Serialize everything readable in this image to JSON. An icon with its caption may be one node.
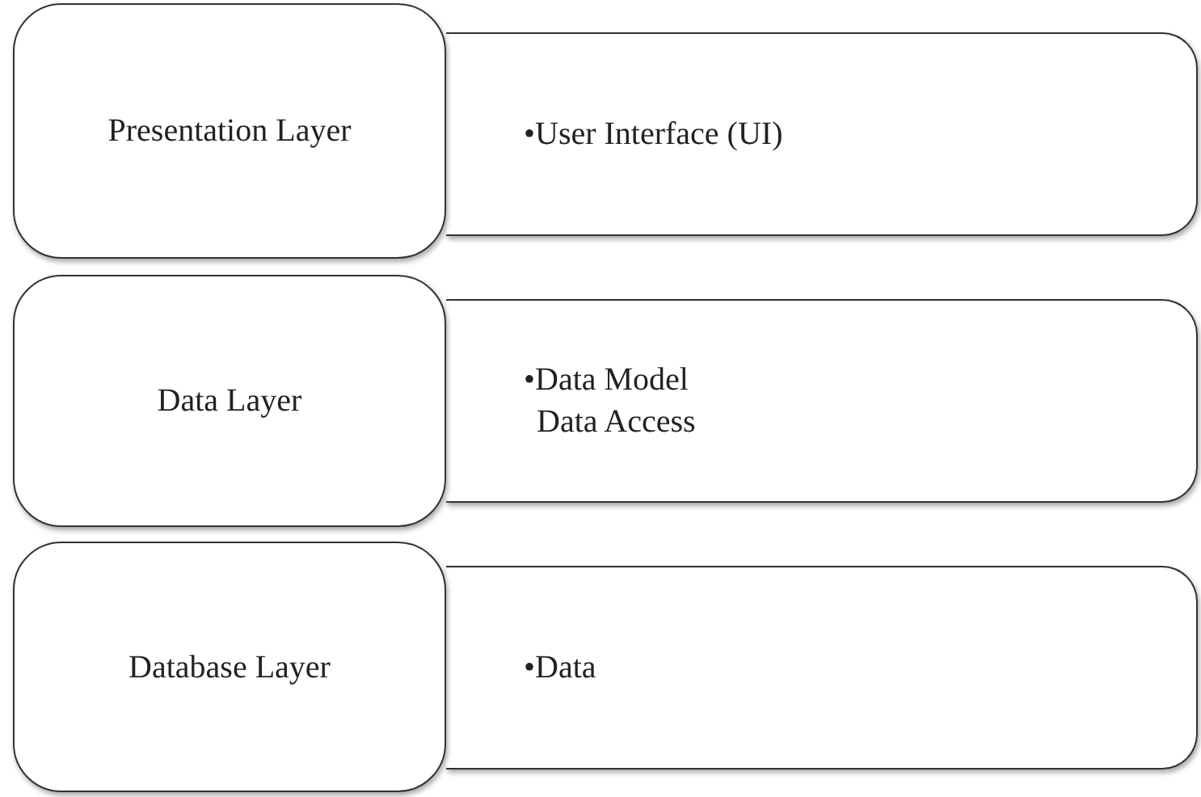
{
  "diagram": {
    "nodes": [
      {
        "text": [
          "Presentation Layer"
        ]
      },
      {
        "text": [
          "•User Interface (UI)"
        ]
      },
      {
        "text": [
          "Data Layer"
        ]
      },
      {
        "text": [
          "•Data Model",
          "Data Access"
        ]
      },
      {
        "text": [
          "Database Layer"
        ]
      },
      {
        "text": [
          "•Data"
        ]
      }
    ]
  }
}
